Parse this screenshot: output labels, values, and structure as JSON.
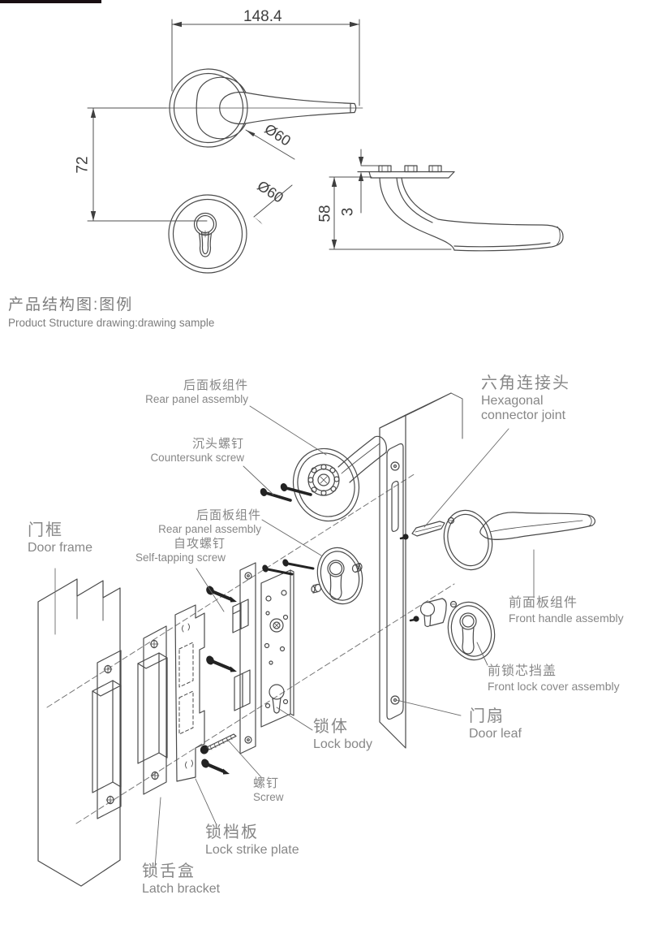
{
  "page": {
    "background": "#ffffff",
    "top_bar_color": "#190f12"
  },
  "title_block": {
    "cn": "产品结构图:图例",
    "en": "Product Structure drawing:drawing sample"
  },
  "dimensions": {
    "total_length": "148.4",
    "center_distance": "72",
    "rose_diameter_top": "Ø60",
    "rose_diameter_bottom": "Ø60",
    "side_height": "58",
    "plate_thickness": "3"
  },
  "labels": {
    "rear_panel_1": {
      "cn": "后面板组件",
      "en": "Rear panel assembly"
    },
    "countersunk_screw": {
      "cn": "沉头螺钉",
      "en": "Countersunk screw"
    },
    "hex_connector": {
      "cn": "六角连接头",
      "en_line1": "Hexagonal",
      "en_line2": "connector joint"
    },
    "rear_panel_2": {
      "cn": "后面板组件",
      "en": "Rear panel assembly"
    },
    "self_tapping_screw": {
      "cn": "自攻螺钉",
      "en": "Self-tapping screw"
    },
    "door_frame": {
      "cn": "门框",
      "en": "Door frame"
    },
    "front_handle": {
      "cn": "前面板组件",
      "en": "Front handle assembly"
    },
    "front_lock_cover": {
      "cn": "前锁芯挡盖",
      "en": "Front lock cover assembly"
    },
    "door_leaf": {
      "cn": "门扇",
      "en": "Door leaf"
    },
    "lock_body": {
      "cn": "锁体",
      "en": "Lock body"
    },
    "screw": {
      "cn": "螺钉",
      "en": "Screw"
    },
    "lock_strike_plate": {
      "cn": "锁档板",
      "en": "Lock strike plate"
    },
    "latch_bracket": {
      "cn": "锁舌盒",
      "en": "Latch bracket"
    }
  },
  "colors": {
    "line": "#4a4a4a",
    "label_text": "#878787",
    "dim_text": "#3f3f3f",
    "dark_part": "#232323"
  }
}
